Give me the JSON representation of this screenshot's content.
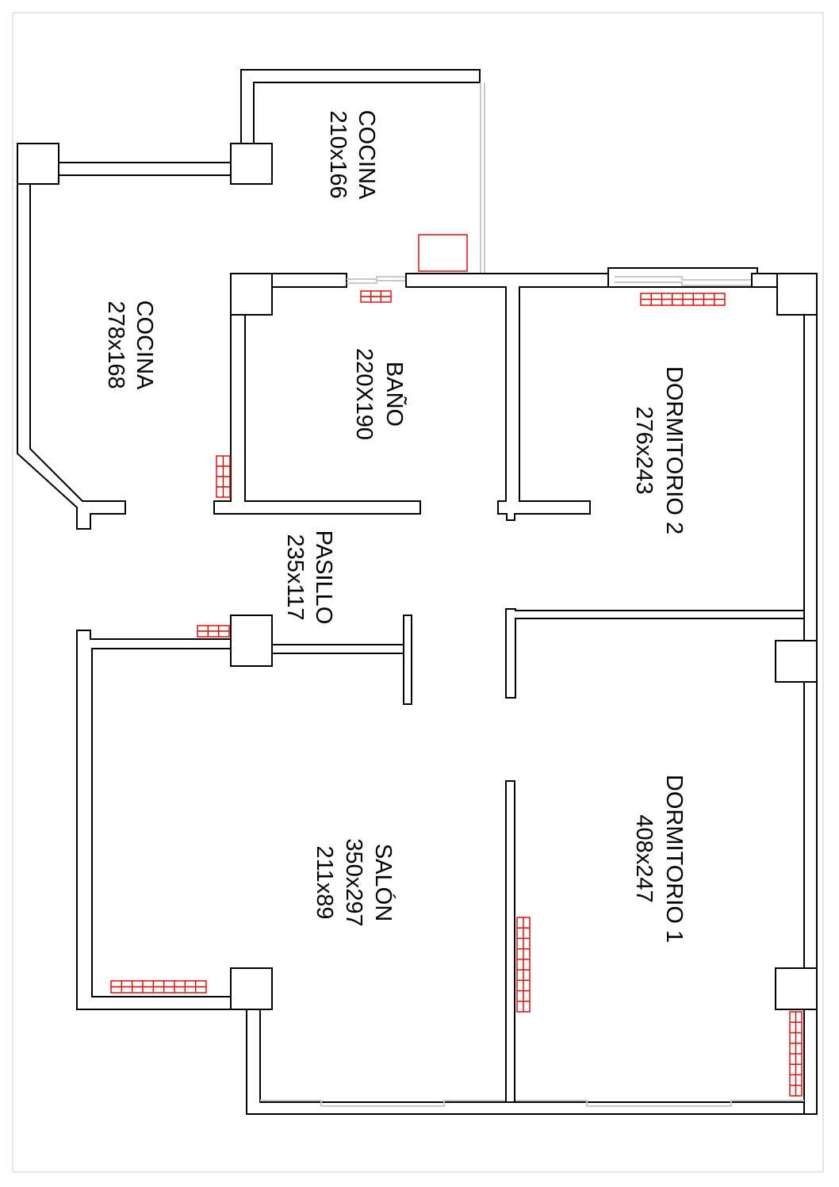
{
  "rooms": {
    "cocina_1": {
      "name": "COCINA",
      "size": "210x166"
    },
    "cocina_2": {
      "name": "COCINA",
      "size": "278x168"
    },
    "bano": {
      "name": "BAÑO",
      "size": "220X190"
    },
    "dormitorio_2": {
      "name": "DORMITORIO 2",
      "size": "276x243"
    },
    "pasillo": {
      "name": "PASILLO",
      "size": "235x117"
    },
    "salon": {
      "name": "SALÓN",
      "size": "350x297",
      "size_2": "211x89"
    },
    "dormitorio_1": {
      "name": "DORMITORIO 1",
      "size": "408x247"
    }
  },
  "colors": {
    "wall": "#000000",
    "radiator": "#e00000",
    "glazing": "#c8c8c8",
    "border": "#cccccc"
  }
}
